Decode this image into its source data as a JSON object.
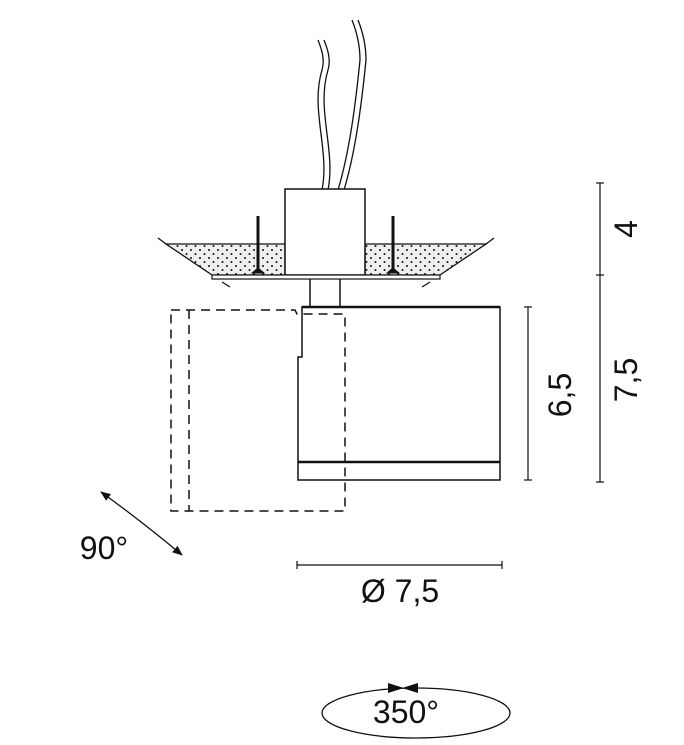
{
  "dimensions": {
    "mount_height": "4",
    "total_height": "7,5",
    "body_height": "6,5",
    "diameter": "Ø 7,5"
  },
  "angles": {
    "tilt": "90°",
    "rotation": "350°"
  },
  "colors": {
    "line": "#111111",
    "fill": "#efefef"
  }
}
